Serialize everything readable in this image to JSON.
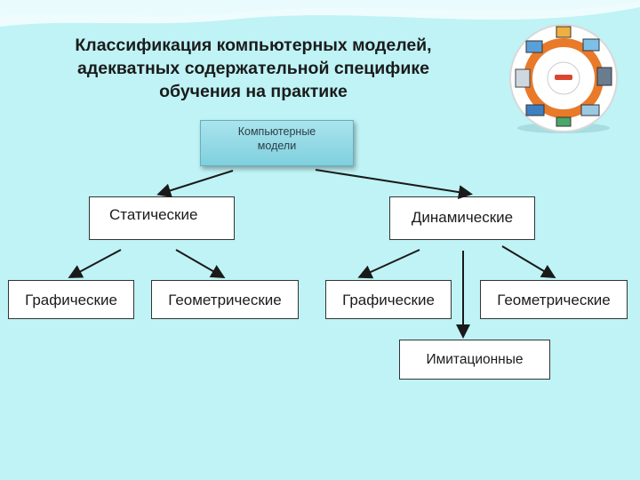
{
  "title": {
    "lines": [
      "Классификация  компьютерных моделей,",
      "адекватных содержательной специфике",
      "обучения на практике"
    ]
  },
  "diagram": {
    "root": {
      "line1": "Компьютерные",
      "line2": "модели"
    },
    "static": {
      "label": "Статические",
      "children": [
        "Графические",
        "Геометрические"
      ]
    },
    "dynamic": {
      "label": "Динамические",
      "children": [
        "Графические",
        "Геометрические",
        "Имитационные"
      ]
    }
  },
  "colors": {
    "background": "#bff3f6",
    "root_fill": "#a9e4ee",
    "box_fill": "#ffffff",
    "arrow": "#1a1a1a"
  },
  "icons": {
    "logo": "computer-devices-collage-icon"
  }
}
